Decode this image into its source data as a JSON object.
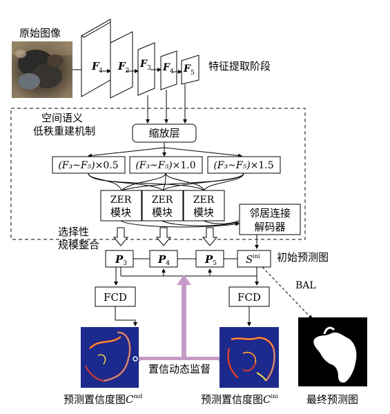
{
  "labels": {
    "original_image": "原始图像",
    "feature_stage": "特征提取阶段",
    "module_title_line1": "空间语义",
    "module_title_line2": "低秩重建机制",
    "scaling_layer": "缩放层",
    "selective_line1": "选择性",
    "selective_line2": "规模整合",
    "initial_prediction": "初始预测图",
    "bal": "BAL",
    "confidence_supervision": "置信动态监督",
    "final_prediction": "最终预测图"
  },
  "features": [
    {
      "sym": "F",
      "sub": "1"
    },
    {
      "sym": "F",
      "sub": "2"
    },
    {
      "sym": "F",
      "sub": "3"
    },
    {
      "sym": "F",
      "sub": "4"
    },
    {
      "sym": "F",
      "sub": "5"
    }
  ],
  "scales": [
    {
      "range": "(F₃~F₅)",
      "factor": "×0.5"
    },
    {
      "range": "(F₃~F₅)",
      "factor": "×1.0"
    },
    {
      "range": "(F₃~F₅)",
      "factor": "×1.5"
    }
  ],
  "zer": {
    "line1": "ZER",
    "line2": "模块"
  },
  "decoder": {
    "line1": "邻居连接",
    "line2": "解码器"
  },
  "preds": [
    {
      "sym": "P",
      "sub": "3"
    },
    {
      "sym": "P",
      "sub": "4"
    },
    {
      "sym": "P",
      "sub": "5"
    }
  ],
  "s_ini": {
    "sym": "S",
    "sup": "ini"
  },
  "fcd": "FCD",
  "conf_md": {
    "prefix": "预测置信度图",
    "sym": "C",
    "sup": "md"
  },
  "conf_ini": {
    "prefix": "预测置信度图",
    "sym": "C",
    "sup": "ini"
  },
  "colors": {
    "supervision_arrow": "#c79ac6",
    "heatmap_bg": "#1b2a8c"
  }
}
